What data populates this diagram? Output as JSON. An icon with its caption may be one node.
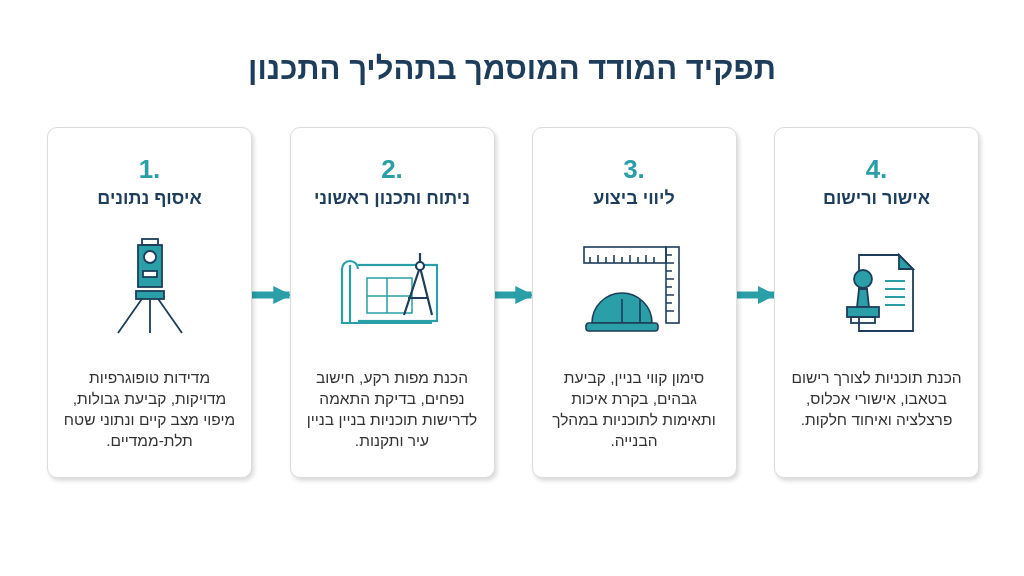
{
  "diagram": {
    "title": "תפקיד המודד המוסמך בתהליך התכנון",
    "nodes": [
      {
        "text": [
          "1.",
          "איסוף נתונים",
          "מדידות טופוגרפיות מדויקות, קביעת גבולות, מיפוי מצב קיים ונתוני שטח תלת-ממדיים."
        ]
      },
      {
        "text": [
          "2.",
          "ניתוח ותכנון ראשוני",
          "הכנת מפות רקע, חישוב נפחים, בדיקת התאמה לדרישות תוכניות בניין בניין עיר ותקנות."
        ]
      },
      {
        "text": [
          "3.",
          "ליווי ביצוע",
          "סימון קווי בניין, קביעת גבהים, בקרת איכות ותאימות לתוכניות במהלך הבנייה."
        ]
      },
      {
        "text": [
          "4.",
          "אישור ורישום",
          "הכנת תוכניות לצורך רישום בטאבו, אישורי אכלוס, פרצלציה ואיחוד חלקות."
        ]
      }
    ],
    "edges": [
      {
        "from": 0,
        "to": 1,
        "arrow": "to"
      },
      {
        "from": 1,
        "to": 2,
        "arrow": "to"
      },
      {
        "from": 2,
        "to": 3,
        "arrow": "to"
      }
    ]
  }
}
